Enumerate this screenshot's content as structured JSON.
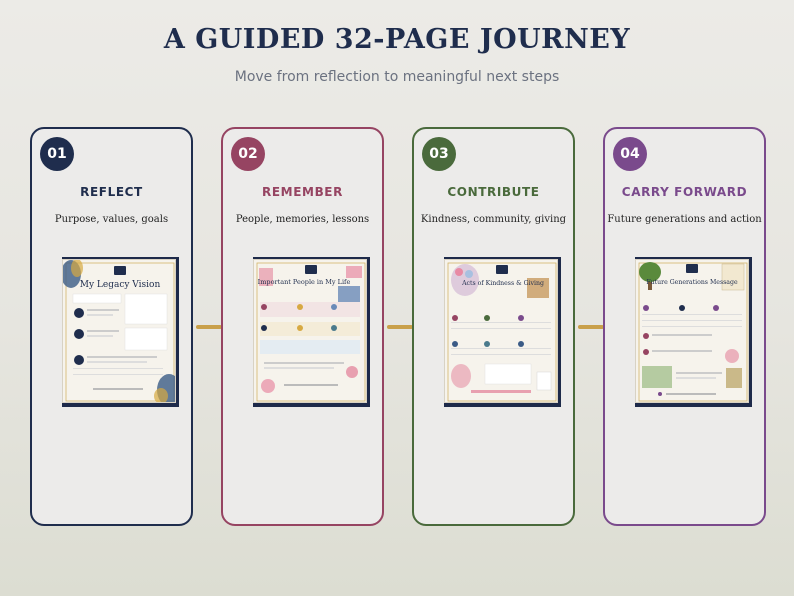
{
  "header": {
    "title": "A GUIDED 32-PAGE JOURNEY",
    "subtitle": "Move from reflection to meaningful next steps"
  },
  "colors": {
    "connector": "#c9a04a",
    "reflect": "#1f2d4d",
    "remember": "#964462",
    "contribute": "#4a6a3c",
    "carry_forward": "#7a4a8c"
  },
  "steps": [
    {
      "number": "01",
      "title": "REFLECT",
      "description": "Purpose, values, goals",
      "page_title": "My Legacy Vision"
    },
    {
      "number": "02",
      "title": "REMEMBER",
      "description": "People, memories, lessons",
      "page_title": "Important People in My Life"
    },
    {
      "number": "03",
      "title": "CONTRIBUTE",
      "description": "Kindness, community, giving",
      "page_title": "Acts of Kindness & Giving"
    },
    {
      "number": "04",
      "title": "CARRY FORWARD",
      "description": "Future generations and action",
      "page_title": "Future Generations Message"
    }
  ]
}
